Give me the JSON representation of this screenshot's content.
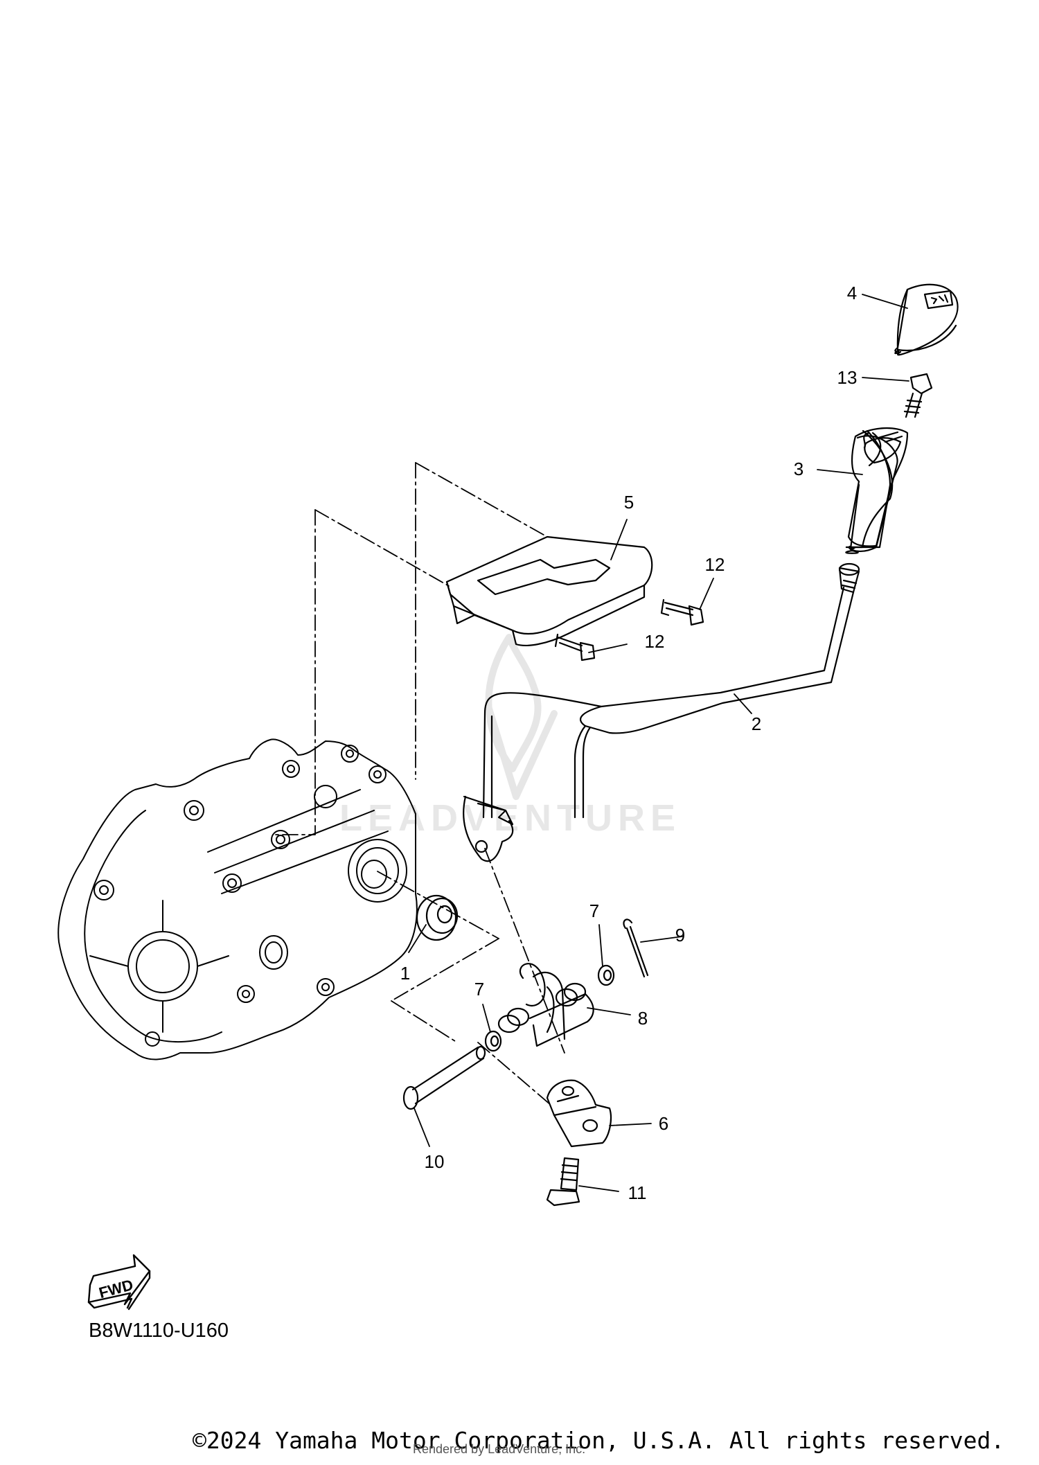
{
  "callouts": [
    {
      "id": "1",
      "label": "1"
    },
    {
      "id": "2",
      "label": "2"
    },
    {
      "id": "3",
      "label": "3"
    },
    {
      "id": "4",
      "label": "4"
    },
    {
      "id": "5",
      "label": "5"
    },
    {
      "id": "6",
      "label": "6"
    },
    {
      "id": "7a",
      "label": "7"
    },
    {
      "id": "7b",
      "label": "7"
    },
    {
      "id": "8",
      "label": "8"
    },
    {
      "id": "9",
      "label": "9"
    },
    {
      "id": "10",
      "label": "10"
    },
    {
      "id": "11",
      "label": "11"
    },
    {
      "id": "12a",
      "label": "12"
    },
    {
      "id": "12b",
      "label": "12"
    },
    {
      "id": "13",
      "label": "13"
    }
  ],
  "forward_marker": {
    "text": "FWD"
  },
  "diagram_code": "B8W1110-U160",
  "watermark": {
    "text": "LEADVENTURE"
  },
  "copyright": "©2024 Yamaha Motor Corporation, U.S.A. All rights reserved.",
  "rendered_by": "Rendered by LeadVenture, Inc."
}
